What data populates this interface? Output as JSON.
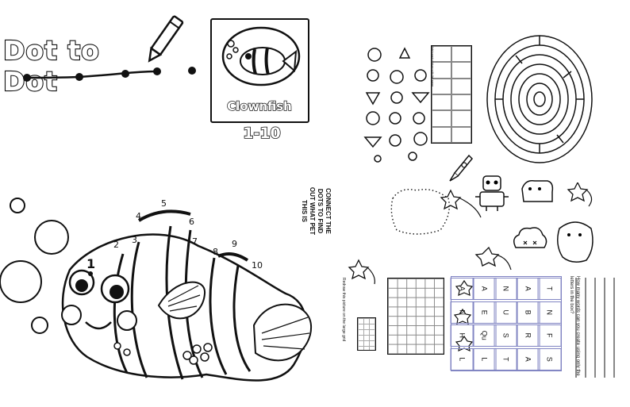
{
  "left_sheet": {
    "title": "Dot to Dot",
    "preview_caption": "Clownfish",
    "preview_range": "1-10",
    "dots": [
      {
        "n": "1"
      },
      {
        "n": "2"
      },
      {
        "n": "3"
      },
      {
        "n": "4"
      },
      {
        "n": "5"
      },
      {
        "n": "6"
      },
      {
        "n": "7"
      },
      {
        "n": "8"
      },
      {
        "n": "9"
      },
      {
        "n": "10"
      }
    ]
  },
  "right_sheet": {
    "connect_dots_text": "CONNECT THE DOTS TO FIND OUT WHAT PET THIS IS",
    "redraw_text": "Redraw this picture on the large grid",
    "matching_header": "Match each picture with the same",
    "word_question": "How many words can you create using only the letters in the box?",
    "letter_grid": [
      [
        "A",
        "N",
        "H",
        "L"
      ],
      [
        "A",
        "E",
        "Qu",
        "L"
      ],
      [
        "N",
        "U",
        "S",
        "T"
      ],
      [
        "A",
        "B",
        "R",
        "A"
      ],
      [
        "T",
        "N",
        "F",
        "S"
      ]
    ]
  },
  "colors": {
    "ink": "#111111",
    "paper": "#ffffff",
    "grid": "#7f83c2"
  }
}
